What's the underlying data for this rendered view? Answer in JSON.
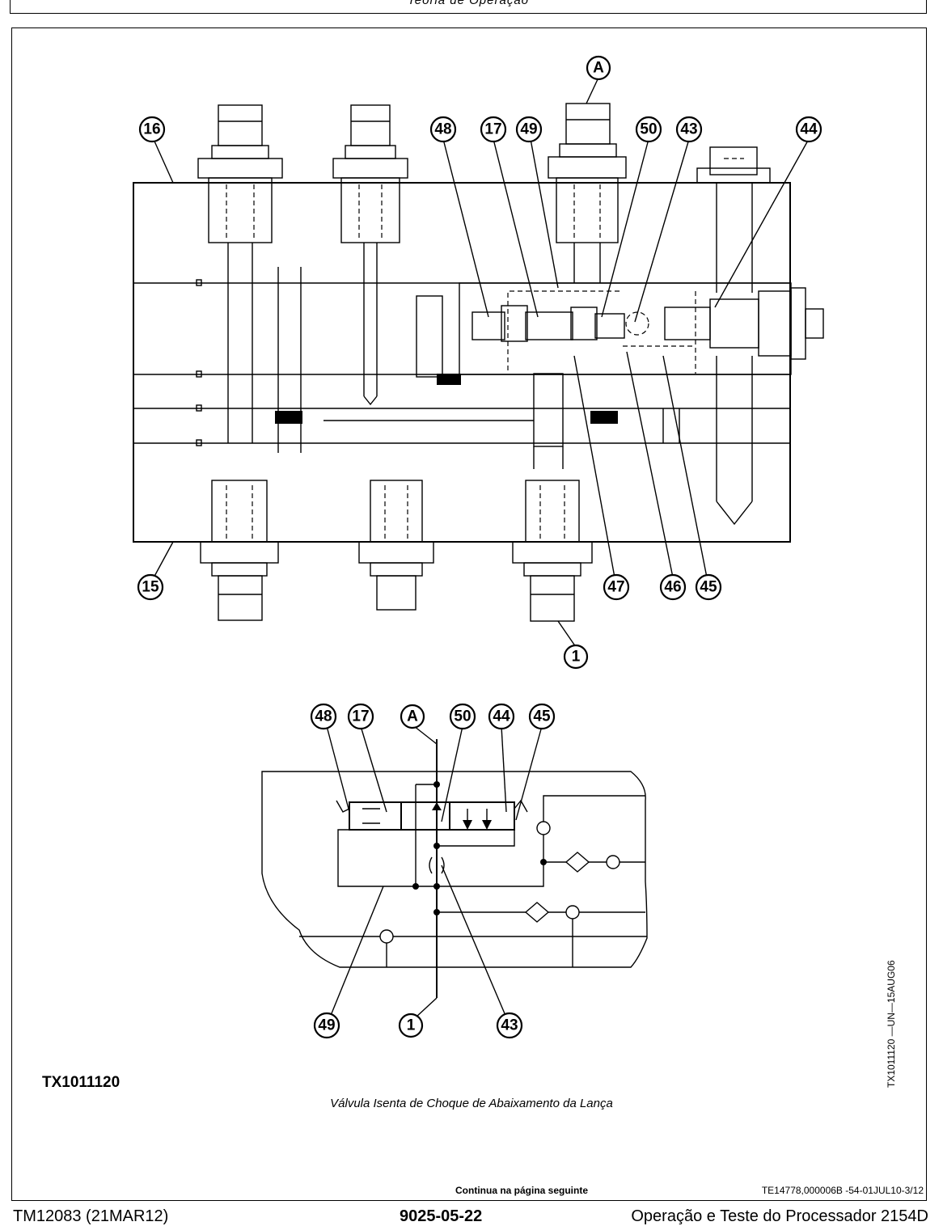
{
  "header": {
    "title": "Teoria de Operação"
  },
  "figure": {
    "code": "TX1011120",
    "caption": "Válvula Isenta de Choque de Abaixamento da Lança",
    "side_code": "TX1011120 —UN—15AUG06",
    "top_callouts": [
      "A",
      "16",
      "48",
      "17",
      "49",
      "50",
      "43",
      "44",
      "15",
      "47",
      "46",
      "45",
      "1"
    ],
    "schematic_callouts": [
      "48",
      "17",
      "A",
      "50",
      "44",
      "45",
      "49",
      "1",
      "43"
    ]
  },
  "footer": {
    "continue_note": "Continua na página seguinte",
    "ref_code": "TE14778,000006B -54-01JUL10-3/12",
    "manual": "TM12083 (21MAR12)",
    "page_number": "9025-05-22",
    "section": "Operação e Teste do Processador 2154D"
  }
}
